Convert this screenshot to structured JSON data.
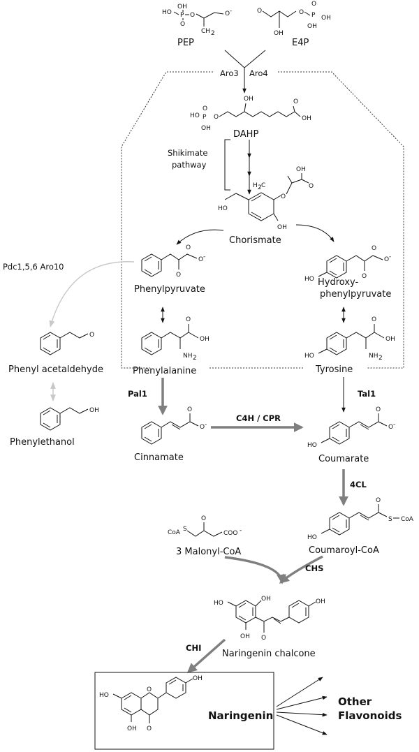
{
  "compounds": {
    "pep": "PEP",
    "e4p": "E4P",
    "dahp": "DAHP",
    "chorismate": "Chorismate",
    "phenylpyruvate": "Phenylpyruvate",
    "hydroxyphenylpyruvate_1": "Hydroxy-",
    "hydroxyphenylpyruvate_2": "phenylpyruvate",
    "phenylalanine": "Phenylalanine",
    "tyrosine": "Tyrosine",
    "phenyl_acetaldehyde": "Phenyl acetaldehyde",
    "phenylethanol": "Phenylethanol",
    "cinnamate": "Cinnamate",
    "coumarate": "Coumarate",
    "coumaroyl_coa": "Coumaroyl-CoA",
    "malonyl_coa": "3 Malonyl-CoA",
    "naringenin_chalcone": "Naringenin chalcone",
    "naringenin": "Naringenin",
    "other_flavonoids_1": "Other",
    "other_flavonoids_2": "Flavonoids"
  },
  "enzymes": {
    "aro3": "Aro3",
    "aro4": "Aro4",
    "shikimate_1": "Shikimate",
    "shikimate_2": "pathway",
    "pdc_aro10": "Pdc1,5,6 Aro10",
    "pal1": "Pal1",
    "tal1": "Tal1",
    "c4h_cpr": "C4H / CPR",
    "fourcl": "4CL",
    "chs": "CHS",
    "chi": "CHI"
  },
  "colors": {
    "main_arrow": "#7f7f7f",
    "branch_arrow": "#c8c8c8",
    "ink": "#111111"
  }
}
